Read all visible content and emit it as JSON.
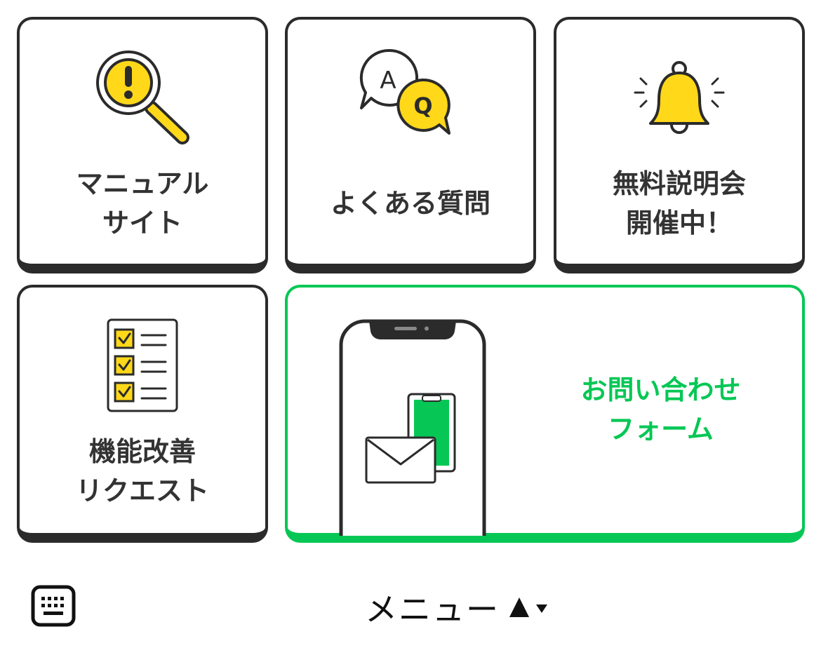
{
  "rich_menu": {
    "tiles": [
      {
        "lines": [
          "マニュアル",
          "サイト"
        ]
      },
      {
        "lines": [
          "よくある質問"
        ]
      },
      {
        "lines": [
          "無料説明会",
          "開催中！"
        ]
      },
      {
        "lines": [
          "機能改善",
          "リクエスト"
        ]
      },
      {
        "lines": [
          "お問い合わせ",
          "フォーム"
        ]
      }
    ]
  },
  "icons": {
    "tile1": "magnifier-exclamation-icon",
    "tile2": "qa-speech-bubbles-icon",
    "tile3": "bell-icon",
    "tile4": "checklist-icon",
    "tile5": "phone-mail-icon",
    "bottom_left": "keyboard-icon",
    "menu_arrow": "triangle-up-icon"
  },
  "bottom_bar": {
    "menu_label": "メニュー"
  },
  "colors": {
    "accent_green": "#06c755",
    "accent_yellow": "#ffd81a",
    "outline": "#2b2b2b"
  }
}
